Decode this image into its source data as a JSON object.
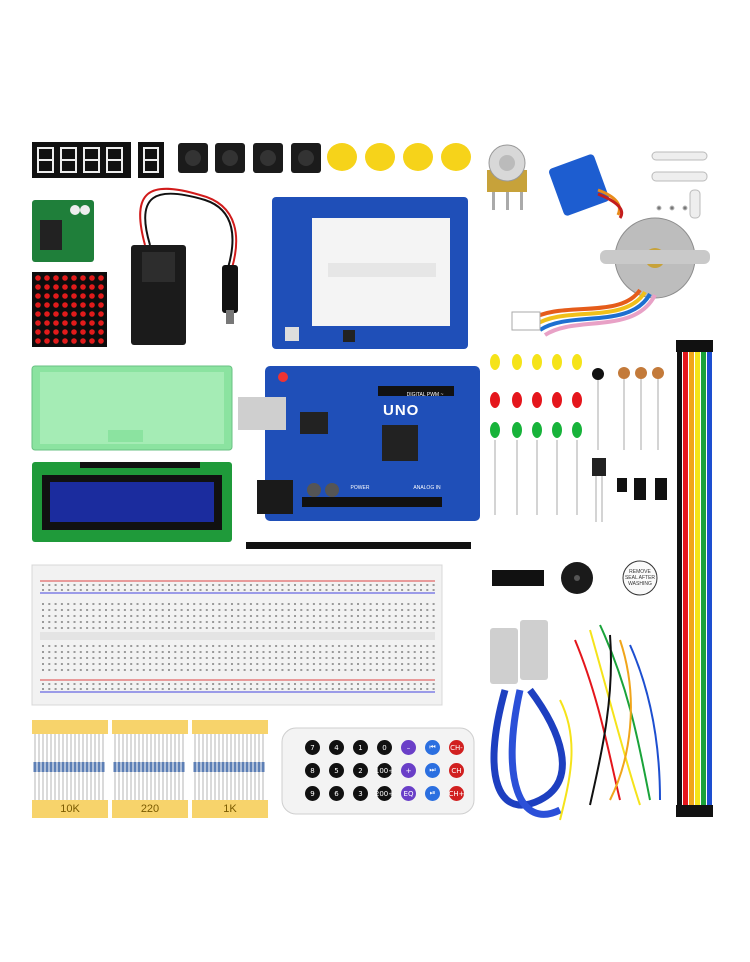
{
  "scene": {
    "background": "#ffffff",
    "subject": "Arduino UNO starter kit components"
  },
  "board": {
    "name": "UNO",
    "brand_text": "DIGITAL PWM ~",
    "power_label": "POWER",
    "analog_label": "ANALOG IN"
  },
  "resistors": [
    {
      "value": "10K",
      "band_color": "#f7d36b"
    },
    {
      "value": "220",
      "band_color": "#f7d36b"
    },
    {
      "value": "1K",
      "band_color": "#f7d36b"
    }
  ],
  "remote": {
    "keys": [
      [
        "7",
        "4",
        "1",
        "0",
        "–",
        "⏮",
        "CH-"
      ],
      [
        "8",
        "5",
        "2",
        "100+",
        "+",
        "⏭",
        "CH"
      ],
      [
        "9",
        "6",
        "3",
        "200+",
        "EQ",
        "⏯",
        "CH+"
      ]
    ]
  },
  "buzzer_label": "REMOVE SEAL AFTER WASHING",
  "colors": {
    "board_blue": "#1f4fb8",
    "breadboard": "#f2f2f2",
    "led_yellow": "#f5e31a",
    "led_red": "#e5161c",
    "led_green": "#17b33a",
    "case_green": "#8be3a0",
    "lcd_blue": "#1b2c9e"
  }
}
